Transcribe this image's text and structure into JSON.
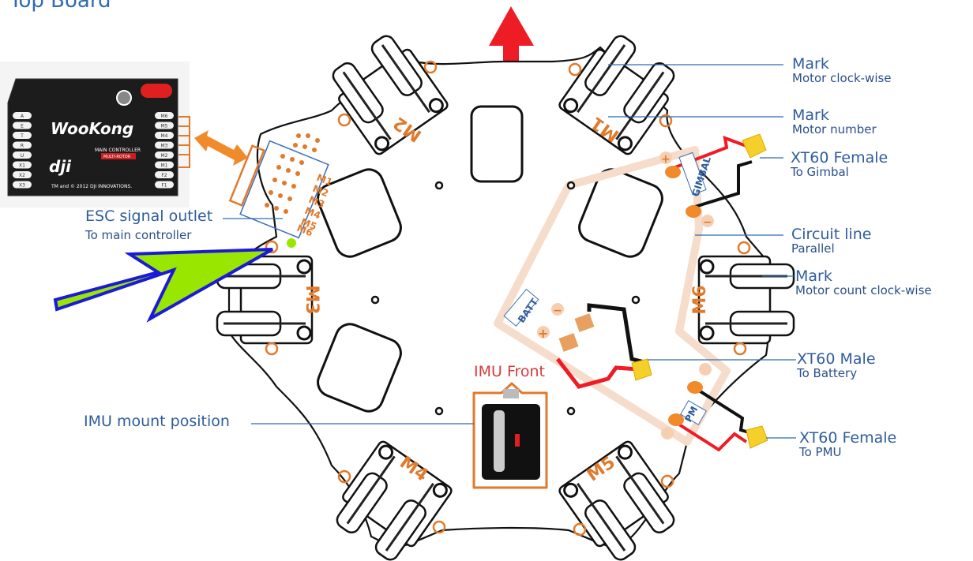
{
  "title": "Top Board",
  "direction_arrow": {
    "icon": "red-up-arrow-icon",
    "meaning": "front"
  },
  "main_controller": {
    "brand": "WooKong",
    "subtitle": "MAIN CONTROLLER",
    "badge": "MULTI-ROTOR",
    "logo": "dji",
    "copyright": "TM and © 2012 DJI INNOVATIONS.",
    "left_ports": [
      "A",
      "E",
      "T",
      "R",
      "U",
      "X1",
      "X2",
      "X3"
    ],
    "right_ports": [
      "M6",
      "M5",
      "M4",
      "M3",
      "M2",
      "M1",
      "F2",
      "F1"
    ]
  },
  "esc_pins": [
    "M1",
    "M2",
    "M3",
    "M4",
    "M5",
    "M6"
  ],
  "motors": [
    "M1",
    "M2",
    "M3",
    "M4",
    "M5",
    "M6"
  ],
  "pcb_labels": {
    "gimbal": "GIMBAL",
    "battery": "BATT",
    "pm": "PM"
  },
  "polarity": {
    "plus": "+",
    "minus": "−"
  },
  "imu_front": "IMU Front",
  "labels": {
    "esc": {
      "main": "ESC signal outlet",
      "sub": "To main controller"
    },
    "imu_mount": {
      "main": "IMU mount position"
    },
    "mark_cw": {
      "main": "Mark",
      "sub": "Motor clock-wise"
    },
    "mark_num": {
      "main": "Mark",
      "sub": "Motor number"
    },
    "xt60_gimbal": {
      "main": "XT60 Female",
      "sub": "To Gimbal"
    },
    "circuit": {
      "main": "Circuit line",
      "sub": "Parallel"
    },
    "mark_count": {
      "main": "Mark",
      "sub": "Motor count clock-wise"
    },
    "xt60_battery": {
      "main": "XT60 Male",
      "sub": "To Battery"
    },
    "xt60_pmu": {
      "main": "XT60 Female",
      "sub": "To PMU"
    }
  },
  "colors": {
    "label_blue": "#2f5d9c",
    "orange": "#e07a2c",
    "red": "#ee1c24",
    "green_arrow": "#99e600",
    "arrow_outline": "#1a1ad8",
    "xt60_yellow": "#f5d02a"
  }
}
